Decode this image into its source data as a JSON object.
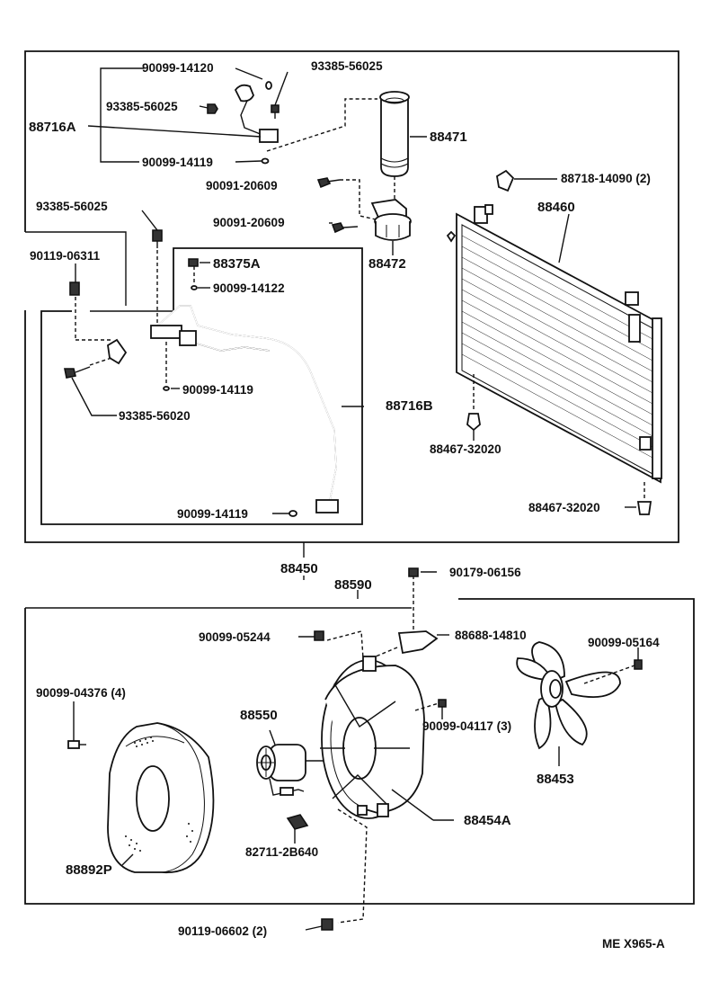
{
  "labels": {
    "p90099_14120": "90099-14120",
    "p93385_56025_a": "93385-56025",
    "p93385_56025_b": "93385-56025",
    "p88716A": "88716A",
    "p88471": "88471",
    "p90099_14119_a": "90099-14119",
    "p90091_20609_a": "90091-20609",
    "p88718_14090": "88718-14090 (2)",
    "p93385_56025_c": "93385-56025",
    "p88460": "88460",
    "p90091_20609_b": "90091-20609",
    "p90119_06311": "90119-06311",
    "p88472": "88472",
    "p88375A": "88375A",
    "p90099_14122": "90099-14122",
    "p90099_14119_b": "90099-14119",
    "p93385_56020": "93385-56020",
    "p88716B": "88716B",
    "p88467_32020_a": "88467-32020",
    "p88467_32020_b": "88467-32020",
    "p90099_14119_c": "90099-14119",
    "p88450": "88450",
    "p88590": "88590",
    "p90179_06156": "90179-06156",
    "p90099_05244": "90099-05244",
    "p88688_14810": "88688-14810",
    "p90099_05164": "90099-05164",
    "p90099_04376": "90099-04376 (4)",
    "p88550": "88550",
    "p90099_04117": "90099-04117 (3)",
    "p88453": "88453",
    "p88454A": "88454A",
    "p82711_2B640": "82711-2B640",
    "p88892P": "88892P",
    "p90119_06602": "90119-06602 (2)",
    "footer_code": "ME  X965-A"
  }
}
